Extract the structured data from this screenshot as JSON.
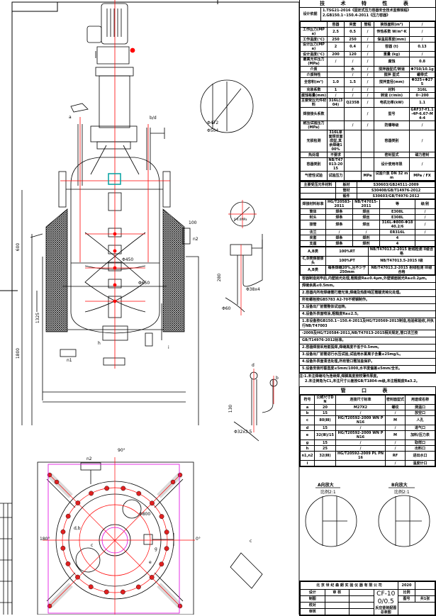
{
  "tech_spec": {
    "title": "技 术 特 性 表",
    "basis_label": "设计依据",
    "basis": [
      "1.TSG21-2016《固定式压力容器安全技术监察规程》",
      "2.GB150.1~150.4-2011《压力容器》"
    ],
    "rows": [
      [
        "",
        "容器",
        "夹套",
        "管程",
        "换热面积(m²)",
        "/"
      ],
      [
        "工作压力(MPa)",
        "2.5",
        "0.5",
        "/",
        "传热系数 W/m²·K",
        "/"
      ],
      [
        "工作温度(℃)",
        "250",
        "250",
        "/",
        "保温层厚度(mm)",
        "/"
      ],
      [
        "设计压力(MPa)",
        "2",
        "0.4",
        "/",
        "容器 (t)",
        "0.13"
      ],
      [
        "设计温度(℃)",
        "200",
        "120",
        "/",
        "重量 (kg)",
        "/"
      ],
      [
        "最高允许压力(MPa)",
        "/",
        "/",
        "/",
        "腐蚀",
        "0.8"
      ],
      [
        "介质",
        "",
        "水",
        "/",
        "搅拌器型式/转速",
        "Φ750/10.1g"
      ],
      [
        "介质特性",
        "",
        "/",
        "/",
        "搅拌 型式",
        "螺带式"
      ],
      [
        "全容积(m³)",
        "1.0",
        "1.5",
        "/",
        "搅拌直径(mm)",
        "Φ325+Φ275"
      ],
      [
        "充装系数",
        "1",
        "/",
        "/",
        "材料",
        "316L"
      ],
      [
        "腐蚀裕量(mm)",
        "/",
        "/",
        "/",
        "转速 (r/min)",
        "0~200"
      ],
      [
        "主要受压元件材料",
        "316L(304)",
        "Q235B",
        "/",
        "电机功率(kW)",
        "1.1"
      ],
      [
        "焊接接头系数",
        "",
        "",
        "/",
        "型号",
        "GRF37-Y1.1-4P-6.67-M4-4"
      ],
      [
        "耐压试验压力(MPa)",
        "",
        "/",
        "/",
        "防爆等级",
        "/"
      ],
      [
        "无损检测",
        "316L单面焊双面成型,其余焊缝100%",
        "",
        "",
        "容器类别",
        "/"
      ],
      [
        "热处理",
        "不要求",
        "",
        "",
        "密封型式",
        "磁力密封"
      ],
      [
        "容器类别",
        "NB/T47013-2015",
        "",
        "",
        "设计使用年限",
        "/"
      ],
      [
        "气密性试验",
        "试验压力",
        "",
        "MPa",
        "试验介质 DN 32 mm",
        "MPa / FX"
      ]
    ]
  },
  "materials": {
    "rows": [
      [
        "主要受压元件材料",
        "板材",
        "S30603/GB24511-2009"
      ],
      [
        "",
        "管材",
        "S30408/GB/T14976-2012"
      ],
      [
        "",
        "锻件",
        "S30603/GB/T4976-2012"
      ]
    ],
    "weld_rows": [
      [
        "焊接材料标准",
        "HG/T20583-2011",
        "NB/T47015-2011",
        "等",
        "级/别"
      ],
      [
        "筒体",
        "焊条",
        "焊丝",
        "E308L",
        "/"
      ],
      [
        "封头",
        "焊条",
        "焊丝",
        "E308L",
        "/"
      ],
      [
        "接管",
        "焊条",
        "焊丝",
        "316L-Φ800-Φ1840.2/6",
        "/"
      ],
      [
        "法兰",
        "/",
        "/",
        "ER316L",
        "/"
      ],
      [
        "夹套",
        "焊条",
        "焊剂",
        "4",
        ""
      ],
      [
        "支座",
        "焊条",
        "焊剂",
        "4",
        ""
      ]
    ],
    "ndt_rows": [
      [
        "A,B类",
        "100%RT",
        "NB/T47013.2-2015 射线检测 II级合格"
      ],
      [
        "C,D类焊接接头",
        "100%PT",
        "NB/T47013.5-2015 I级"
      ],
      [
        "A,B类",
        "每条焊缝20%,且不少于250mm",
        "NB/T47013.2-2015 射线检测 III级合格"
      ]
    ]
  },
  "notes": [
    "容器制造完毕后,内壁抛光处理,粗糙度Ra≤0.4μm,外壁镜面抛光Ra≤0.2μm。",
    "焊缝余高≤0.5mm。",
    "2.容器内所有焊缝需打磨光滑,焊缝及热影响区需酸洗钝化处理。",
    "所有螺栓按GB5783 A2-70不锈钢制作。",
    "3.设备出厂前需整体试运转。",
    "4.设备外表面喷涂,粗糙度Ra≤2.5。",
    "1.本设备按GB150.1~150.4-2011及HG/T20569-2013制造,检验和验收,并执行NB/T47003",
    "-2009及HG/T20584-2011,NB/T47013-2015相关规定,管口法兰按",
    "GB/T14976-2012标准。",
    "2.容器焊接采用氩弧焊,焊缝高度不低于0.5mm。",
    "3.设备出厂前需进行水压试验,试验用水氯离子含量≤25mg/L。",
    "4.设备外表面清洁处理,所有管口需加盖保护。",
    "5.设备安装时垂直度≤5mm/1000,水平度偏差≤5mm/全长。"
  ],
  "footer_notes": [
    "注:1.未注焊缝均为连续焊,焊脚高度按较薄件厚度。",
    "2.未注倒角为C1,未注尺寸公差按GB/T1804-m级,未注粗糙度Ra3.2。"
  ],
  "nozzle_table": {
    "title": "管 口 表",
    "headers": [
      "符号",
      "公称尺寸DN",
      "连接尺寸标准",
      "密封面型式",
      "用途或名称"
    ],
    "rows": [
      [
        "a",
        "20",
        "M27X2",
        "螺纹",
        "测温口"
      ],
      [
        "b",
        "15",
        "/",
        "/",
        "放空口"
      ],
      [
        "c",
        "80(Ⅲ)",
        "HG/T20592-2009 WN PN16",
        "M",
        "人孔"
      ],
      [
        "d",
        "15",
        "/",
        "/",
        "进气口"
      ],
      [
        "e",
        "32(Ⅲ)/15",
        "HG/T20592-2009 WN PN16",
        "M",
        "加料/压力表"
      ],
      [
        "g",
        "15",
        "/",
        "/",
        "取样口"
      ],
      [
        "h",
        "25",
        "/",
        "/",
        "出料口"
      ],
      [
        "n1,n2",
        "32(Ⅲ)",
        "HG/T20592-2009 PL PN16",
        "RF",
        "进出水口"
      ],
      [
        "i",
        "",
        "",
        "/",
        "温度计口"
      ]
    ]
  },
  "title_block": {
    "company": "北 京 世 纪 森 朗 实 验 仪 器 有 限 公 司",
    "year": "2020",
    "model": "CF-100/0.5",
    "drawing_name": "反应釜装配图",
    "sub_name": "总装图",
    "rows": [
      [
        "设计",
        "审 核"
      ],
      [
        "制图",
        ""
      ],
      [
        "校对",
        ""
      ],
      [
        "审核",
        ""
      ]
    ],
    "scale_label": "比例",
    "sheet_label": "图号",
    "weight_label": "共1张"
  },
  "drawing_labels": {
    "angle_90": "90°",
    "angle_180": "180°",
    "angle_0": "0°",
    "n2": "n2",
    "n1": "n1",
    "a": "a",
    "bd": "b/d",
    "c": "c",
    "db": "d,b",
    "g": "g",
    "h": "h",
    "i": "i",
    "d": "d",
    "b": "b",
    "e": "e",
    "dim_600": "600",
    "dim_1800": "1800",
    "dim_1325": "1325",
    "dim_100": "100",
    "dim_d450": "Φ450",
    "dim_d650": "Φ650",
    "dim_d472": "Φ472",
    "dim_d504": "Φ504",
    "dim_d32": "Φ32x3.5",
    "dim_d60": "Φ60",
    "dim_d38": "Φ38x4",
    "dim_280": "280",
    "dim_130": "130",
    "dim_d800": "Φ800",
    "gauge": "0-4.0MPa",
    "section_a": "A向放大",
    "section_b": "B向放大",
    "section_sub": "比例2:1"
  },
  "colors": {
    "line": "#000000",
    "center": "#ff0000",
    "magenta": "#e000e0",
    "hatch": "#333333",
    "cyan": "#00a0a0"
  }
}
